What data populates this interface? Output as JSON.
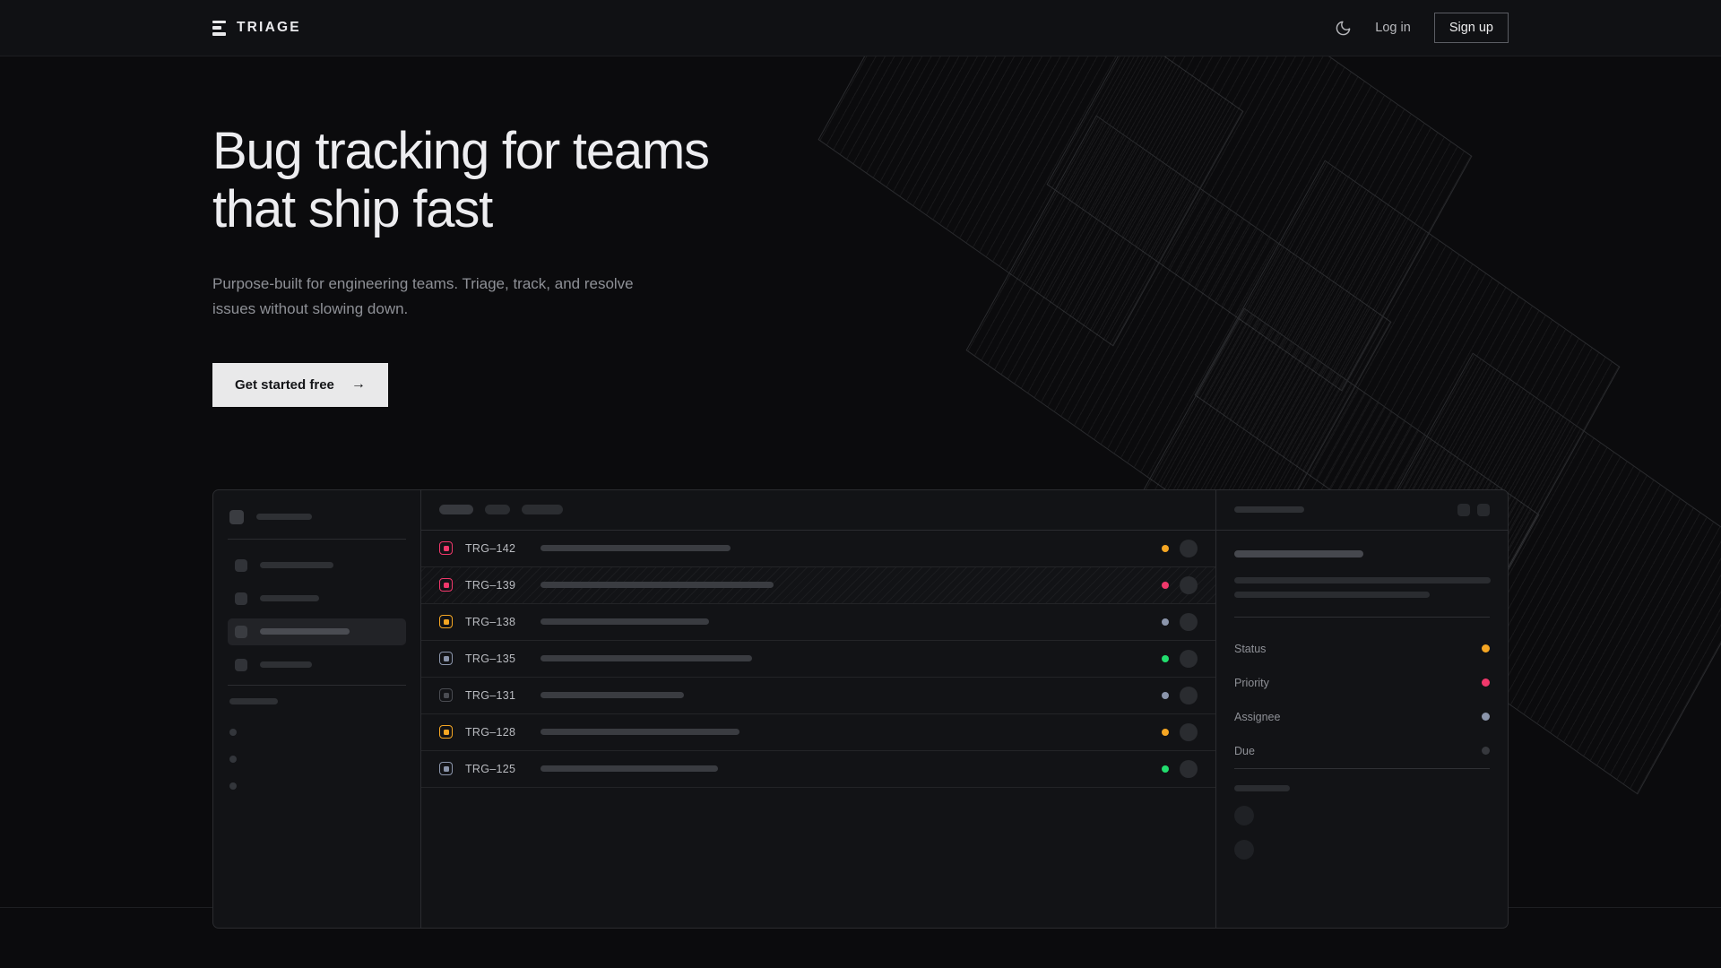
{
  "nav": {
    "brand": "TRIAGE",
    "theme_toggle_icon": "moon-icon",
    "login_label": "Log in",
    "signup_label": "Sign up"
  },
  "hero": {
    "headline_line1": "Bug tracking for teams",
    "headline_line2": "that ship fast",
    "subhead": "Purpose-built for engineering teams. Triage, track, and resolve issues without slowing down.",
    "cta_label": "Get started free",
    "cta_arrow": "→"
  },
  "app_mockup": {
    "sidebar": {
      "brand_skeleton_width": 62,
      "nav_items": [
        {
          "label_width": 82,
          "active": false
        },
        {
          "label_width": 66,
          "active": false
        },
        {
          "label_width": 100,
          "active": true
        },
        {
          "label_width": 58,
          "active": false
        }
      ],
      "section_label_width": 54,
      "dot_items": 3
    },
    "list": {
      "toolbar_chips": [
        {
          "width": 38,
          "bright": true
        },
        {
          "width": 28,
          "bright": false
        },
        {
          "width": 46,
          "bright": false
        }
      ],
      "issues": [
        {
          "id": "TRG–142",
          "type_color": "#f0386b",
          "title_width": 212,
          "status_color": "#f5a623",
          "selected": false
        },
        {
          "id": "TRG–139",
          "type_color": "#f0386b",
          "title_width": 260,
          "status_color": "#f0386b",
          "selected": true
        },
        {
          "id": "TRG–138",
          "type_color": "#f5a623",
          "title_width": 188,
          "status_color": "#8b95ab",
          "selected": false
        },
        {
          "id": "TRG–135",
          "type_color": "#8b95ab",
          "title_width": 236,
          "status_color": "#22dd6e",
          "selected": false
        },
        {
          "id": "TRG–131",
          "type_color": "#4a4c52",
          "title_width": 160,
          "status_color": "#8b95ab",
          "selected": false
        },
        {
          "id": "TRG–128",
          "type_color": "#f5a623",
          "title_width": 222,
          "status_color": "#f5a623",
          "selected": false
        },
        {
          "id": "TRG–125",
          "type_color": "#8b95ab",
          "title_width": 198,
          "status_color": "#22dd6e",
          "selected": false
        }
      ]
    },
    "detail": {
      "header_skeleton_width": 78,
      "header_actions": 2,
      "title_skeleton_width": 144,
      "description_line_widths": [
        286,
        218
      ],
      "meta": [
        {
          "label": "Status",
          "dot_color": "#f5a623"
        },
        {
          "label": "Priority",
          "dot_color": "#f0386b"
        },
        {
          "label": "Assignee",
          "dot_color": "#8b95ab"
        },
        {
          "label": "Due",
          "dot_color": "#36383d"
        }
      ],
      "activity_avatars": 2
    }
  },
  "theme": {
    "background": "#0b0b0d",
    "panel": "#121316",
    "border": "#2b2c30",
    "text_primary": "#ededf0",
    "text_muted": "#8e9096",
    "accent_orange": "#f5a623",
    "accent_pink": "#f0386b",
    "accent_green": "#22dd6e",
    "accent_slate": "#8b95ab"
  }
}
